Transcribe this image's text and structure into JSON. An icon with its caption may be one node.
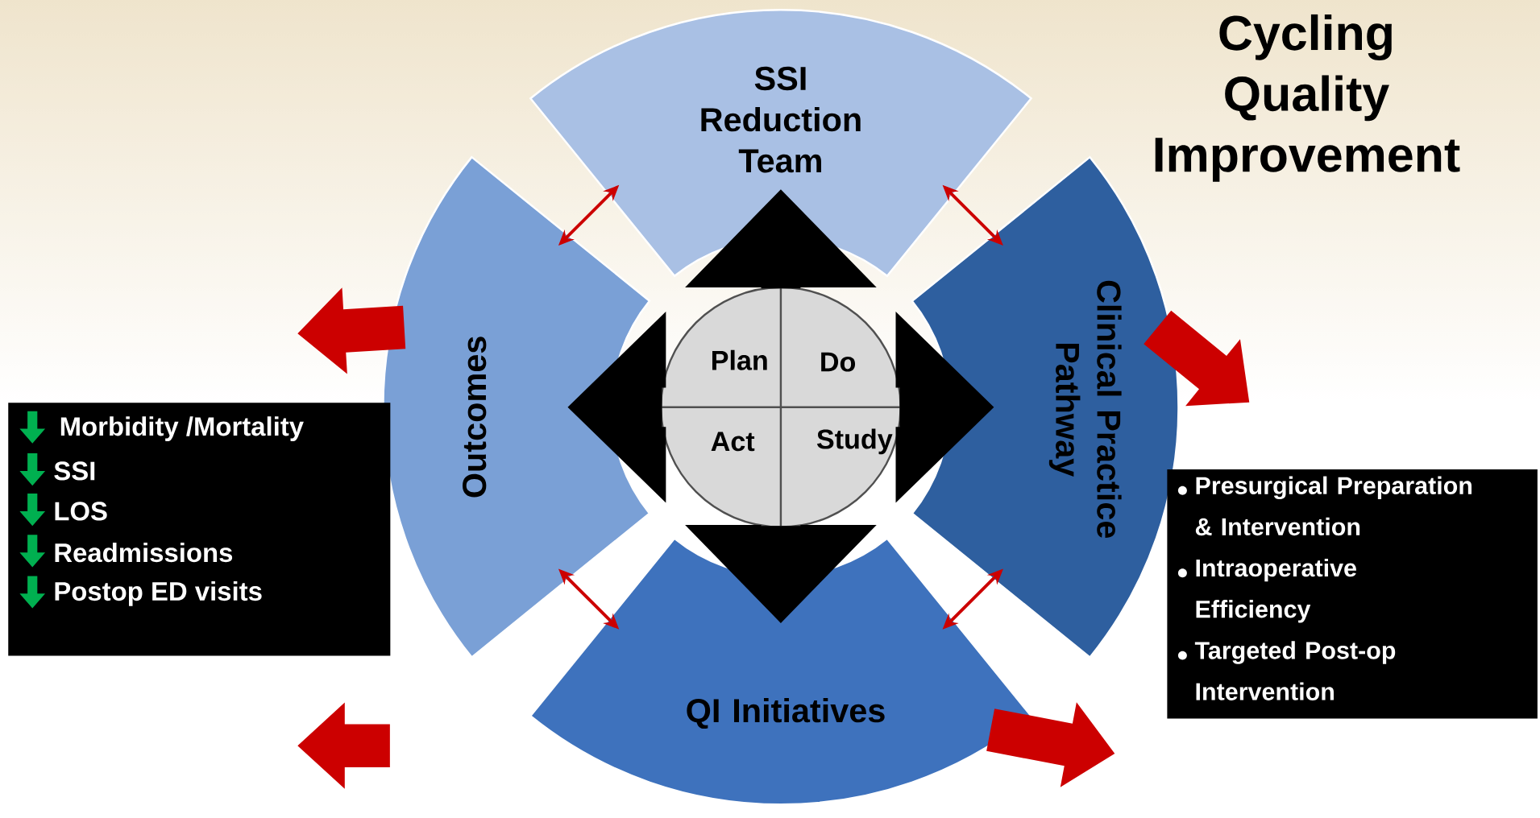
{
  "diagram": {
    "title": "Cycling Quality Improvement",
    "nodes": [
      {
        "text": [
          "SSI Reduction Team"
        ]
      },
      {
        "text": [
          "Clinical Practice Pathway"
        ]
      },
      {
        "text": [
          "QI Initiatives"
        ]
      },
      {
        "text": [
          "Outcomes"
        ]
      },
      {
        "text": [
          "Plan",
          "Do",
          "Act",
          "Study"
        ]
      },
      {
        "text": [
          "Morbidity /Mortality",
          "SSI",
          "LOS",
          "Readmissions",
          "Postop ED visits"
        ]
      },
      {
        "text": [
          "Presurgical Preparation & Intervention",
          "Intraoperative Efficiency",
          "Targeted Post-op Intervention"
        ]
      }
    ],
    "edges": [
      {
        "from": 0,
        "to": 1,
        "arrow": "both"
      },
      {
        "from": 1,
        "to": 2,
        "arrow": "both"
      },
      {
        "from": 2,
        "to": 3,
        "arrow": "both"
      },
      {
        "from": 3,
        "to": 0,
        "arrow": "both"
      },
      {
        "from": 4,
        "to": 0,
        "arrow": "to",
        "style": "thick",
        "color": "#000000"
      },
      {
        "from": 4,
        "to": 1,
        "arrow": "to",
        "style": "thick",
        "color": "#000000"
      },
      {
        "from": 4,
        "to": 2,
        "arrow": "to",
        "style": "thick",
        "color": "#000000"
      },
      {
        "from": 4,
        "to": 3,
        "arrow": "to",
        "style": "thick",
        "color": "#000000"
      },
      {
        "from": 3,
        "to": null,
        "arrow": "to",
        "style": "thick"
      },
      {
        "from": 1,
        "to": null,
        "arrow": "to",
        "style": "thick"
      },
      {
        "from": 2,
        "to": null,
        "arrow": "to",
        "style": "thick"
      }
    ]
  }
}
